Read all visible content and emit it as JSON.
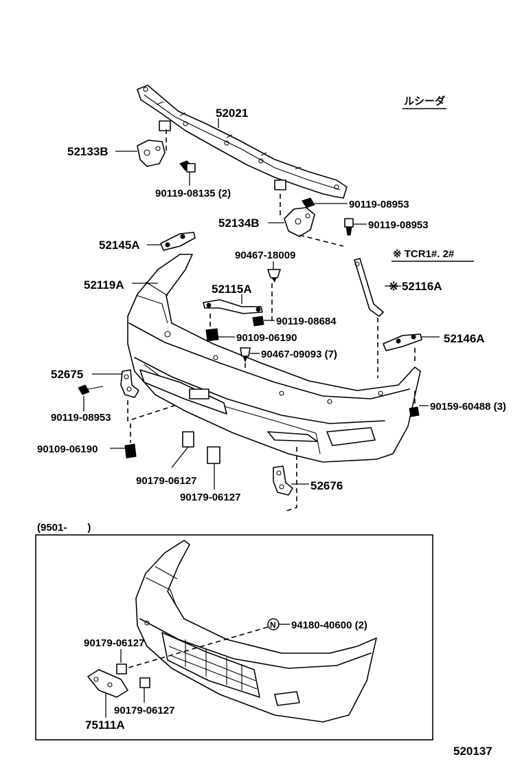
{
  "variant_label": "ルシーダ",
  "tcr_label": "※ TCR1#. 2#",
  "inset_label": "(9501-　　)",
  "drawing_number": "520137",
  "parts": {
    "p52021": "52021",
    "p52133B": "52133B",
    "p90119_08135": "90119-08135 (2)",
    "p90119_08953_a": "90119-08953",
    "p52134B": "52134B",
    "p90119_08953_b": "90119-08953",
    "p52145A": "52145A",
    "p90467_18009": "90467-18009",
    "p52119A": "52119A",
    "p52115A": "52115A",
    "p52116A": "※ 52116A",
    "p90119_08684": "90119-08684",
    "p90109_06190_a": "90109-06190",
    "p52146A": "52146A",
    "p90467_09093": "90467-09093 (7)",
    "p52675": "52675",
    "p90119_08953_c": "90119-08953",
    "p90159_60488": "90159-60488 (3)",
    "p90109_06190_b": "90109-06190",
    "p90179_06127_a": "90179-06127",
    "p90179_06127_b": "90179-06127",
    "p52676": "52676",
    "p94180_40600": "94180-40600 (2)",
    "p90179_06127_c": "90179-06127",
    "p90179_06127_d": "90179-06127",
    "p75111A": "75111A"
  },
  "symbols": {
    "n_marker": "N"
  }
}
